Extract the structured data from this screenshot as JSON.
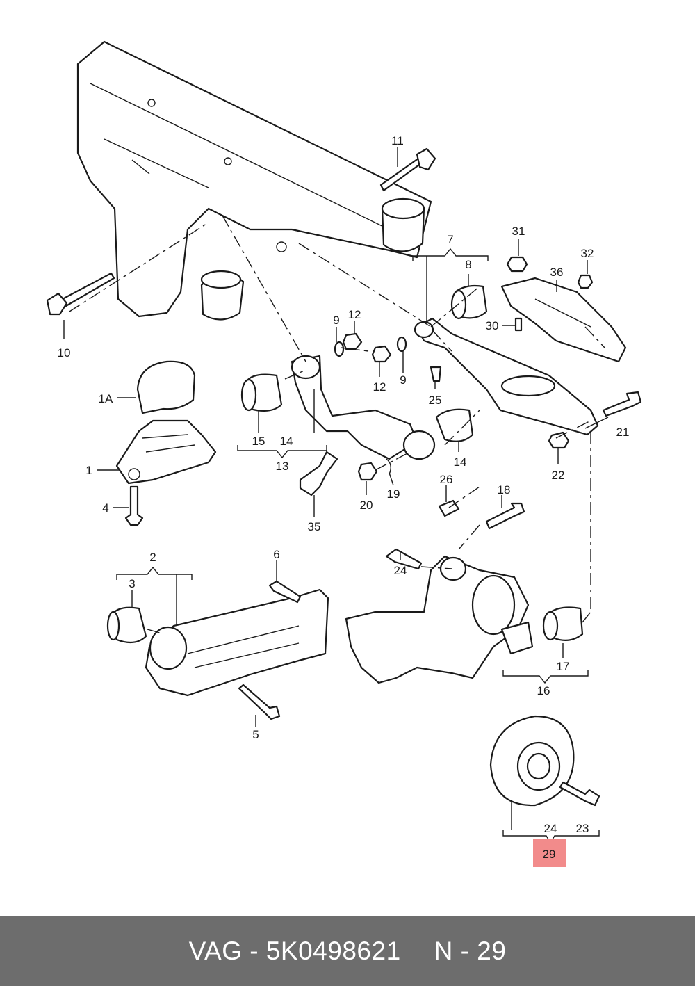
{
  "labels": {
    "l1": "1",
    "l1a": "1A",
    "l2": "2",
    "l3": "3",
    "l4": "4",
    "l5": "5",
    "l6": "6",
    "l7": "7",
    "l8": "8",
    "l9a": "9",
    "l9b": "9",
    "l10": "10",
    "l11": "11",
    "l12a": "12",
    "l12b": "12",
    "l13": "13",
    "l14a": "14",
    "l14b": "14",
    "l15": "15",
    "l16": "16",
    "l17": "17",
    "l18": "18",
    "l19": "19",
    "l20": "20",
    "l21": "21",
    "l22": "22",
    "l23": "23",
    "l24a": "24",
    "l24b": "24",
    "l25": "25",
    "l26": "26",
    "l29": "29",
    "l30": "30",
    "l31": "31",
    "l32": "32",
    "l35": "35",
    "l36": "36"
  },
  "highlight_color": "#f28b8b",
  "footer": {
    "brand_part": "VAG - 5K0498621",
    "position": "N - 29",
    "background": "#6d6d6d"
  }
}
